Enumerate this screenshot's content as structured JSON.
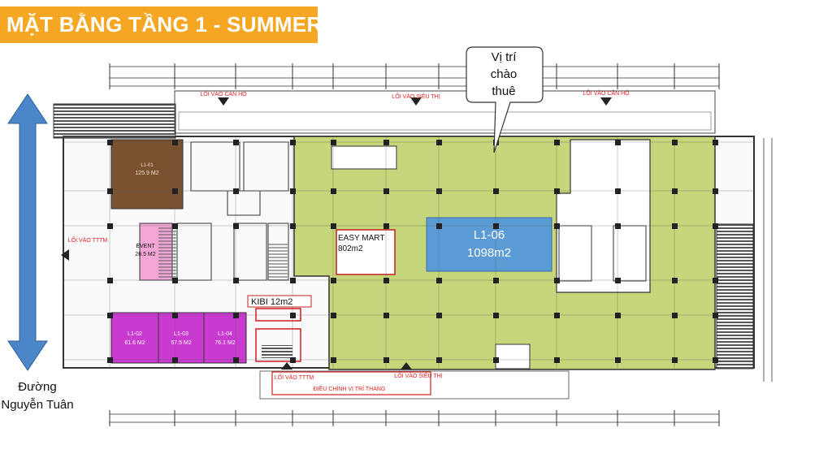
{
  "title": "MẶT BẰNG TẦNG 1 - SUMMER",
  "callout": {
    "line1": "Vị trí",
    "line2": "chào",
    "line3": "thuê"
  },
  "road": {
    "line1": "Đường",
    "line2": "Nguyễn Tuân"
  },
  "entrances": {
    "top_left": "LỐI VÀO CĂN HỘ",
    "top_mid": "LỐI VÀO SIÊU THỊ",
    "top_right": "LỐI VÀO CĂN HỘ",
    "side_left": "LỐI VÀO TTTM",
    "bottom_left": "LỐI VÀO TTTM",
    "bottom_mid": "LỐI VÀO SIÊU THỊ",
    "bottom_note": "ĐIỀU CHỈNH VỊ TRÍ THANG"
  },
  "units": {
    "l1_01": {
      "code": "L1-01",
      "area": "125.9 M2"
    },
    "event": {
      "code": "EVENT",
      "area": "26.5 M2"
    },
    "l1_02": {
      "code": "L1-02",
      "area": "61.6 M2"
    },
    "l1_03": {
      "code": "L1-03",
      "area": "57.5 M2"
    },
    "l1_04": {
      "code": "L1-04",
      "area": "76.1 M2"
    },
    "easy_mart": {
      "code": "EASY MART",
      "area": "802m2"
    },
    "kibi": {
      "code": "KIBI 12m2"
    },
    "l1_06": {
      "code": "L1-06",
      "area": "1098m2"
    }
  },
  "colors": {
    "title_bg": "#f5a623",
    "l1_01": "#7a5230",
    "event": "#f4a7d6",
    "retail_small": "#c93bd0",
    "easy_mart_zone": "#c6d67a",
    "l1_06": "#5b9bd5",
    "entrance_text": "#e02020",
    "arrow": "#4a86c8"
  }
}
